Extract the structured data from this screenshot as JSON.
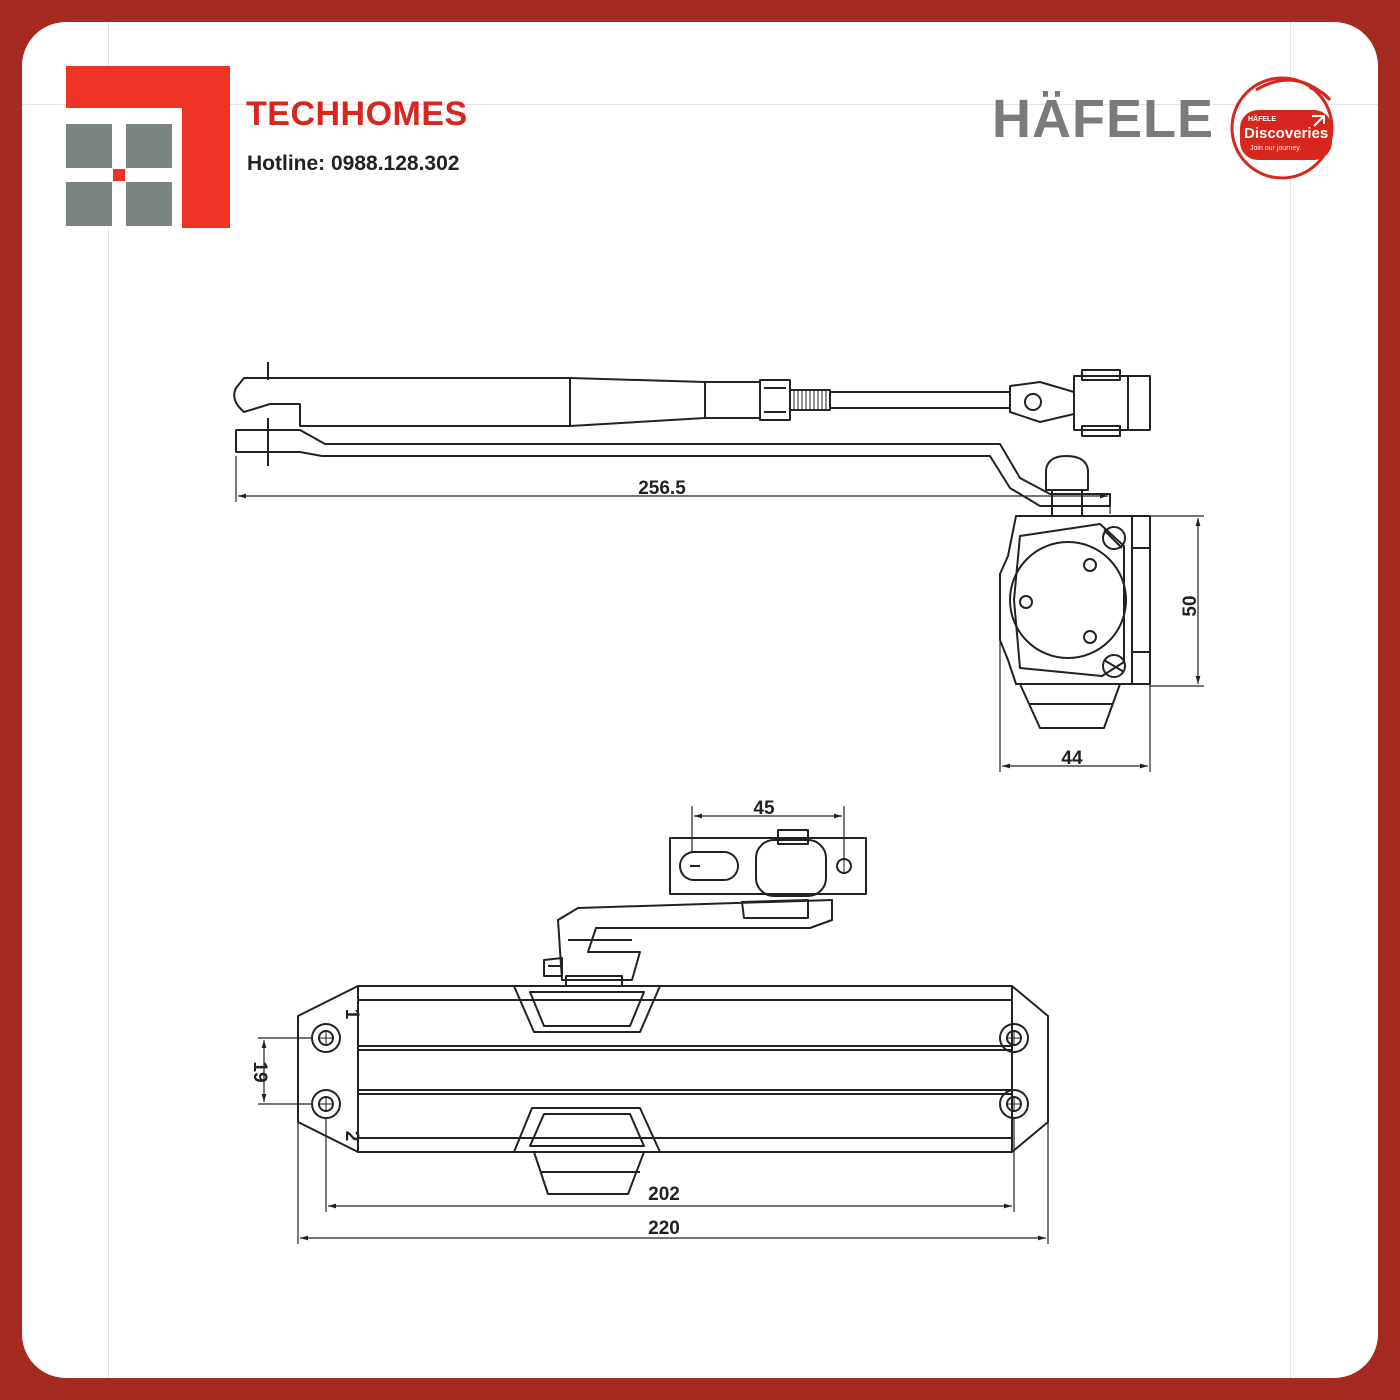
{
  "header": {
    "brand": "TECHHOMES",
    "hotline": "Hotline: 0988.128.302",
    "partner_logo": "HÄFELE",
    "badge": {
      "small": "HÄFELE",
      "main": "Discoveries",
      "tagline": "Join our journey."
    }
  },
  "dimensions": {
    "arm_length": "256.5",
    "body_height": "50",
    "body_depth": "44",
    "bracket_width": "45",
    "hole_spacing": "19",
    "hole_distance": "202",
    "overall_length": "220",
    "hole_label_1": "1",
    "hole_label_2": "2"
  },
  "colors": {
    "frame": "#a52a20",
    "brand_red": "#d7261e",
    "logo_gray": "#7b8580",
    "hafele_gray": "#7b7b7b",
    "line": "#222222"
  }
}
